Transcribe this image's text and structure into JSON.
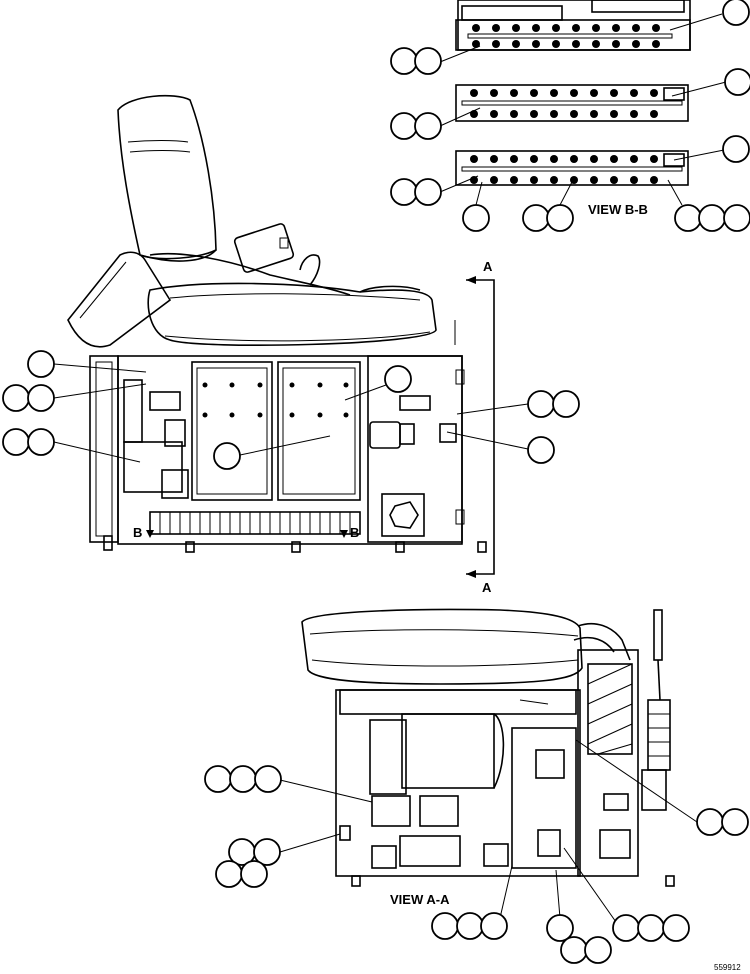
{
  "view_bb": {
    "label": "VIEW B-B"
  },
  "view_aa": {
    "label": "VIEW A-A"
  },
  "section_marks": {
    "a_top": "A",
    "a_bottom": "A",
    "b_left": "B",
    "b_right": "B"
  },
  "figure_id": "559912"
}
